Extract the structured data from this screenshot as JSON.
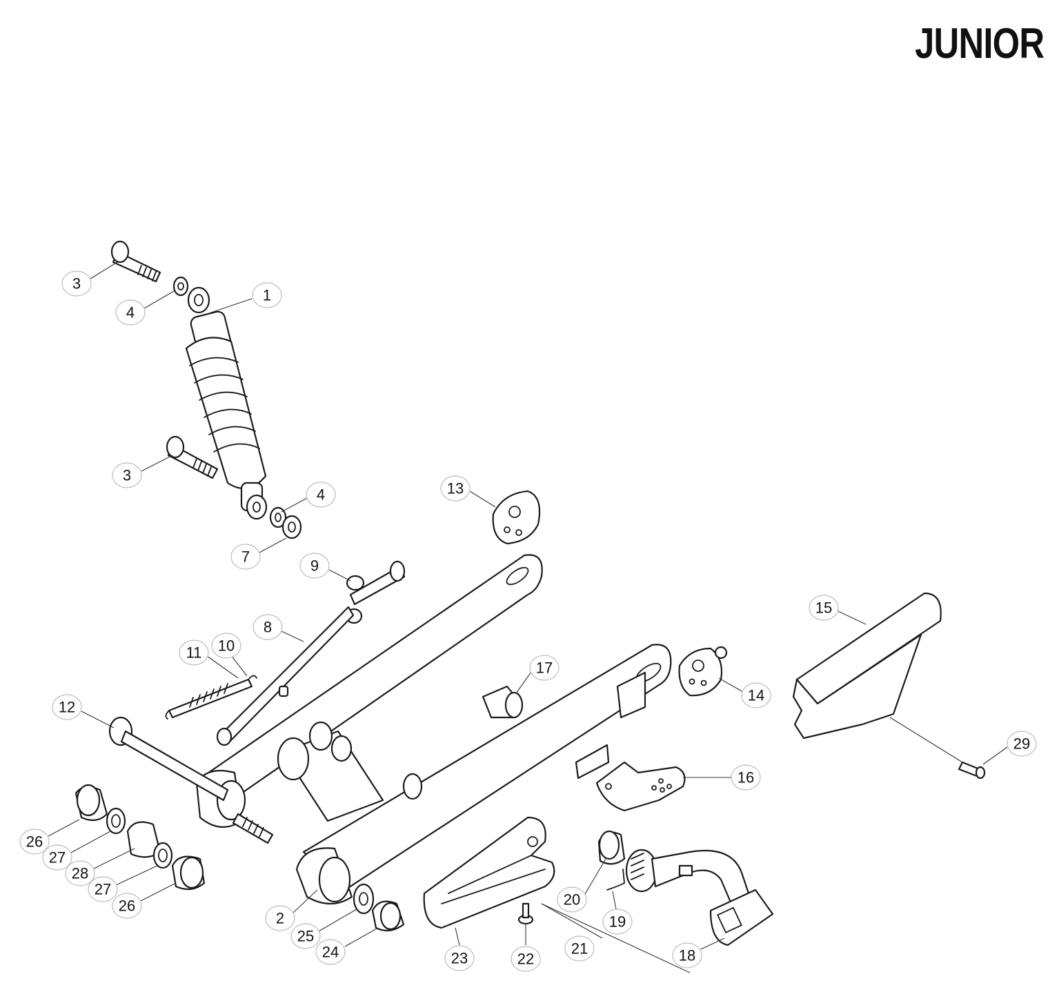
{
  "title": "JUNIOR",
  "callouts": [
    {
      "label": "3"
    },
    {
      "label": "4"
    },
    {
      "label": "1"
    },
    {
      "label": "3"
    },
    {
      "label": "4"
    },
    {
      "label": "7"
    },
    {
      "label": "13"
    },
    {
      "label": "9"
    },
    {
      "label": "8"
    },
    {
      "label": "11"
    },
    {
      "label": "10"
    },
    {
      "label": "12"
    },
    {
      "label": "17"
    },
    {
      "label": "14"
    },
    {
      "label": "15"
    },
    {
      "label": "29"
    },
    {
      "label": "16"
    },
    {
      "label": "26"
    },
    {
      "label": "27"
    },
    {
      "label": "28"
    },
    {
      "label": "27"
    },
    {
      "label": "26"
    },
    {
      "label": "2"
    },
    {
      "label": "25"
    },
    {
      "label": "24"
    },
    {
      "label": "23"
    },
    {
      "label": "22"
    },
    {
      "label": "21"
    },
    {
      "label": "20"
    },
    {
      "label": "19"
    },
    {
      "label": "18"
    }
  ]
}
